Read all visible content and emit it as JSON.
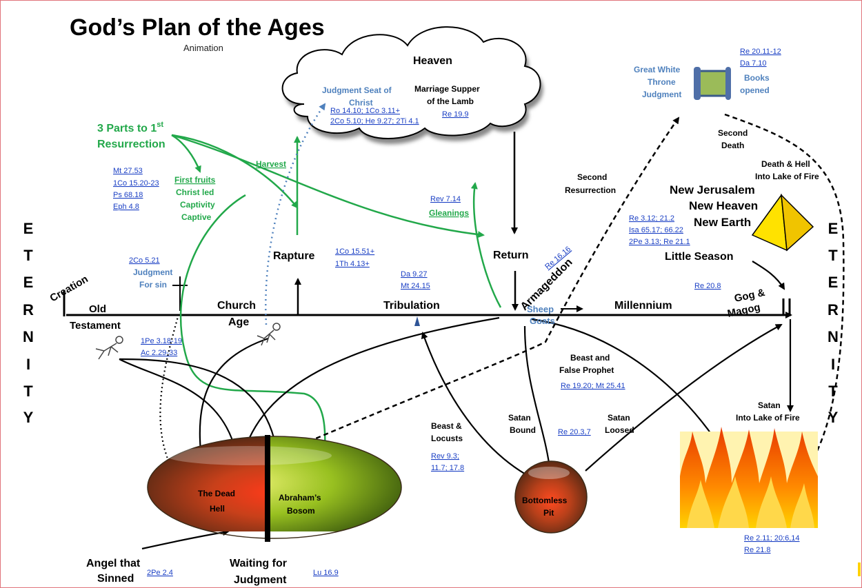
{
  "title": "God’s Plan of the Ages",
  "subtitle": "Animation",
  "eternity_letters": [
    "E",
    "T",
    "E",
    "R",
    "N",
    "I",
    "T",
    "Y"
  ],
  "timeline": {
    "creation": "Creation",
    "old": "Old",
    "testament": "Testament",
    "church": "Church",
    "age": "Age",
    "rapture": "Rapture",
    "tribulation": "Tribulation",
    "return": "Return",
    "armageddon": "Armageddon",
    "sheep": "Sheep",
    "goats": "Goats",
    "millennium": "Millennium",
    "gog": "Gog &",
    "magog": "Magog"
  },
  "heaven": {
    "title": "Heaven",
    "judgment_seat_1": "Judgment Seat of",
    "judgment_seat_2": "Christ",
    "marriage_1": "Marriage Supper",
    "marriage_2": "of the Lamb",
    "ref_ro": "Ro 14.10; 1Co 3.11+",
    "ref_2co": "2Co 5.10; He 9.27; 2Ti 4.1",
    "ref_re199": "Re 19.9"
  },
  "resurrection": {
    "line1": "3 Parts to 1",
    "sup": "st",
    "line2": "Resurrection",
    "first_fruits": "First fruits",
    "christ_led": "Christ led",
    "captivity": "Captivity",
    "captive": "Captive",
    "harvest": "Harvest",
    "gleanings": "Gleanings",
    "ref_rev714": "Rev 7.14"
  },
  "refs_left": [
    "Mt 27.53",
    "1Co 15.20-23",
    "Ps 68.18",
    "Eph 4.8"
  ],
  "judgment_for_sin": {
    "ref": "2Co 5.21",
    "line1": "Judgment",
    "line2": "For sin"
  },
  "rapture_refs": [
    "1Co 15.51+",
    "1Th 4.13+"
  ],
  "tribulation_refs": [
    "Da 9.27",
    "Mt 24.15"
  ],
  "re1616": "Re 16.16",
  "peter_refs": [
    "1Pe 3.18-19",
    "Ac 2.29-33"
  ],
  "gwt": {
    "line1": "Great White",
    "line2": "Throne",
    "line3": "Judgment",
    "books1": "Books",
    "books2": "opened",
    "ref1": "Re 20.11-12",
    "ref2": "Da 7.10"
  },
  "second_death": [
    "Second",
    "Death"
  ],
  "second_resurrection": [
    "Second",
    "Resurrection"
  ],
  "death_hell": [
    "Death & Hell",
    "Into Lake of Fire"
  ],
  "new_jerusalem": [
    "New Jerusalem",
    "New Heaven",
    "New Earth"
  ],
  "nj_refs": [
    "Re 3.12; 21.2",
    "Isa 65.17; 66.22",
    "2Pe 3.13; Re 21.1"
  ],
  "little_season": "Little Season",
  "re208": "Re 20.8",
  "beast_prophet": [
    "Beast and",
    "False Prophet"
  ],
  "beast_prophet_ref": "Re 19.20; Mt 25.41",
  "satan_lake": [
    "Satan",
    "Into Lake of Fire"
  ],
  "satan_bound": [
    "Satan",
    "Bound"
  ],
  "satan_loosed": [
    "Satan",
    "Loosed"
  ],
  "re2037": "Re 20.3,7",
  "beast_locusts": [
    "Beast &",
    "Locusts"
  ],
  "beast_refs": [
    "Rev 9.3;",
    "11.7; 17.8"
  ],
  "dead_hell": [
    "The Dead",
    "Hell"
  ],
  "abraham": [
    "Abraham’s",
    "Bosom"
  ],
  "bottomless": [
    "Bottomless",
    "Pit"
  ],
  "angel": [
    "Angel that",
    "Sinned"
  ],
  "ref_2pe24": "2Pe 2.4",
  "waiting": [
    "Waiting for",
    "Judgment"
  ],
  "ref_lu169": "Lu 16.9",
  "fire_refs": [
    "Re 2.11; 20:6,14",
    "Re 21.8"
  ],
  "colors": {
    "green": "#22a84a",
    "link": "#1a3fc4",
    "steel": "#4f81bd",
    "black": "#000000"
  }
}
